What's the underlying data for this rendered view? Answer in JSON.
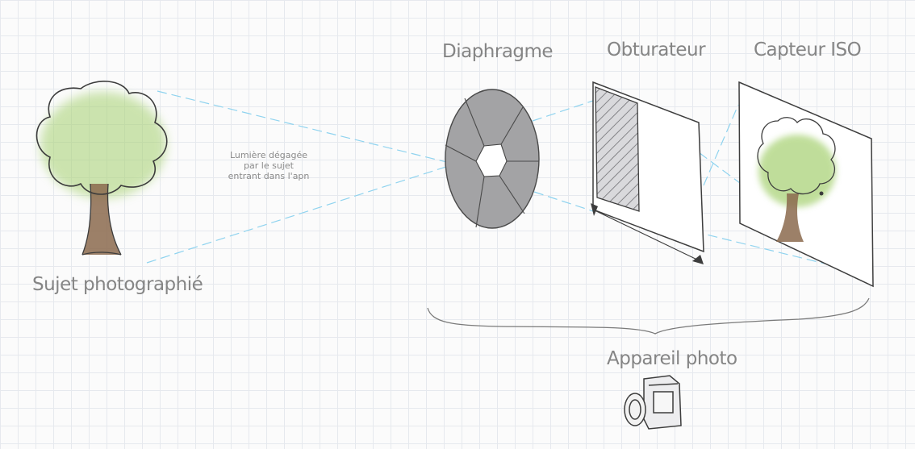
{
  "labels": {
    "subject": "Sujet photographié",
    "light": [
      "Lumière dégagée",
      "par le sujet",
      "entrant dans l'apn"
    ],
    "diaphragm": "Diaphragme",
    "shutter": "Obturateur",
    "sensor": "Capteur ISO",
    "camera": "Appareil photo"
  },
  "icons": {
    "subject": "tree-icon",
    "diaphragm": "aperture-icon",
    "shutter": "shutter-icon",
    "sensor": "sensor-icon",
    "camera": "camera-icon"
  },
  "colors": {
    "light_ray": "#8fd3ef",
    "foliage": "#9ccb6d",
    "trunk": "#8b6a4e",
    "aperture": "#9a9a9a",
    "label": "#858585"
  }
}
